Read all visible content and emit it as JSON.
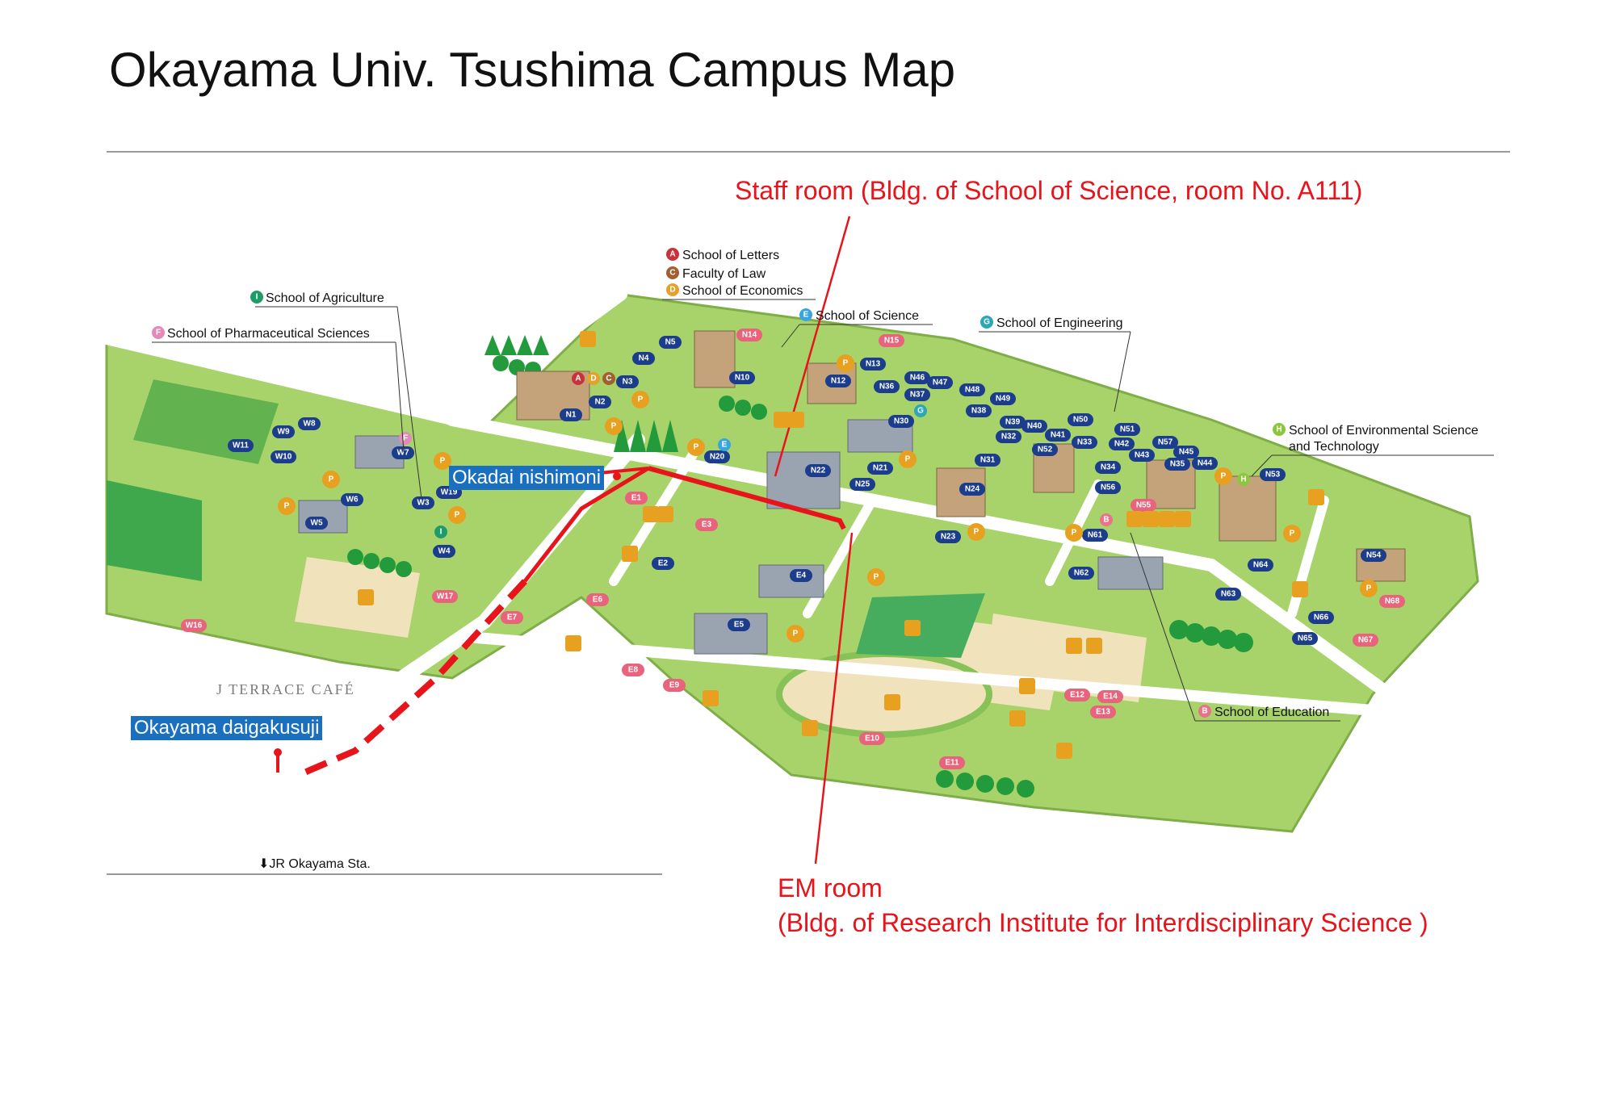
{
  "title": "Okayama Univ. Tsushima Campus Map",
  "callouts": {
    "staff_room": "Staff room (Bldg. of School of Science, room No. A111)",
    "em_room_line1": "EM room",
    "em_room_line2": "(Bldg. of Research Institute for Interdisciplinary Science )"
  },
  "stops": {
    "nishimoni": "Okadai nishimoni",
    "daigakusuji": "Okayama daigakusuji"
  },
  "cafe": "J TERRACE CAFÉ",
  "station": "⬇JR Okayama Sta.",
  "schools": {
    "agriculture": {
      "badge": "I",
      "name": "School of Agriculture",
      "color": "#1f9a6a"
    },
    "pharma": {
      "badge": "F",
      "name": "School of Pharmaceutical Sciences",
      "color": "#e58ab8"
    },
    "letters": {
      "badge": "A",
      "name": "School of Letters",
      "color": "#c8323a"
    },
    "law": {
      "badge": "C",
      "name": "Faculty of Law",
      "color": "#a06030"
    },
    "economics": {
      "badge": "D",
      "name": "School of Economics",
      "color": "#e3a22c"
    },
    "science": {
      "badge": "E",
      "name": "School of Science",
      "color": "#39a5dc"
    },
    "engineering": {
      "badge": "G",
      "name": "School of Engineering",
      "color": "#2aa8b6"
    },
    "environment": {
      "badge": "H",
      "name_line1": "School of Environmental Science",
      "name_line2": "and Technology",
      "color": "#8cc63f"
    },
    "education": {
      "badge": "B",
      "name": "School of Education",
      "color": "#e8738a"
    }
  },
  "buildings": {
    "north": [
      "N1",
      "N2",
      "N3",
      "N4",
      "N5",
      "N10",
      "N12",
      "N13",
      "N14",
      "N15",
      "N20",
      "N21",
      "N22",
      "N23",
      "N24",
      "N25",
      "N30",
      "N31",
      "N32",
      "N33",
      "N34",
      "N35",
      "N36",
      "N37",
      "N38",
      "N39",
      "N40",
      "N41",
      "N42",
      "N43",
      "N44",
      "N45",
      "N46",
      "N47",
      "N48",
      "N49",
      "N50",
      "N51",
      "N52",
      "N53",
      "N54",
      "N55",
      "N56",
      "N57",
      "N61",
      "N62",
      "N63",
      "N64",
      "N65",
      "N66",
      "N67",
      "N68"
    ],
    "east": [
      "E1",
      "E2",
      "E3",
      "E4",
      "E5",
      "E6",
      "E7",
      "E8",
      "E9",
      "E10",
      "E11",
      "E12",
      "E13",
      "E14"
    ],
    "west": [
      "W3",
      "W4",
      "W5",
      "W6",
      "W7",
      "W8",
      "W9",
      "W10",
      "W11",
      "W16",
      "W17",
      "W19"
    ]
  },
  "colors": {
    "route": "#e8141b",
    "grass": "#a8d36a",
    "road": "#ffffff",
    "tree": "#239a3c",
    "building_badge_north": "#1c3d8c",
    "building_badge_east_west": "#e8637c",
    "parking": "#e8a020",
    "stop_label": "#1a6fbf"
  },
  "icons": [
    "parking-icon",
    "sports-icon",
    "dining-icon",
    "shop-icon",
    "cafe-icon",
    "bus-stop-icon"
  ]
}
